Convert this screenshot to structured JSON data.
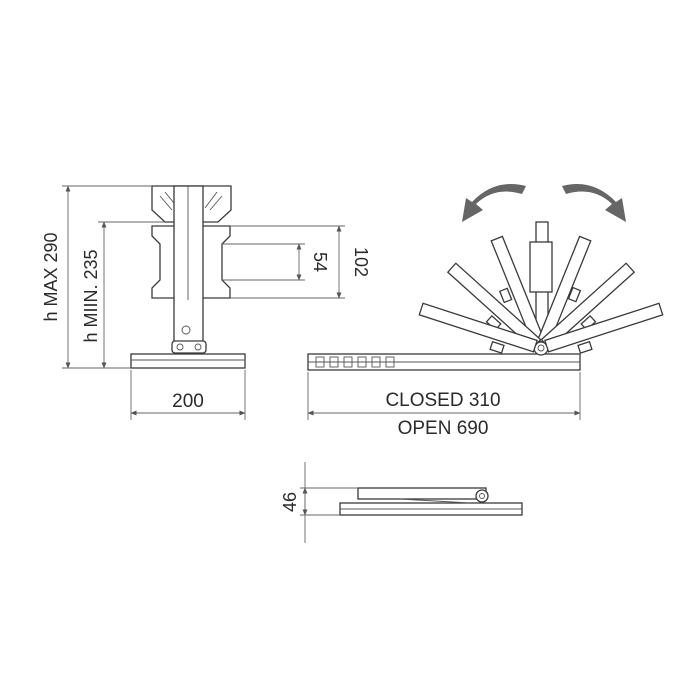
{
  "dimensions": {
    "h_max": "h MAX 290",
    "h_min": "h MIIN. 235",
    "width_200": "200",
    "vesa_54": "54",
    "vesa_102": "102",
    "closed": "CLOSED 310",
    "open": "OPEN 690",
    "height_46": "46"
  },
  "colors": {
    "line": "#3a3a3a",
    "arrow": "#666666",
    "text": "#2a2a2a"
  },
  "icons": [
    "rotate-left-arrow-icon",
    "rotate-right-arrow-icon"
  ]
}
